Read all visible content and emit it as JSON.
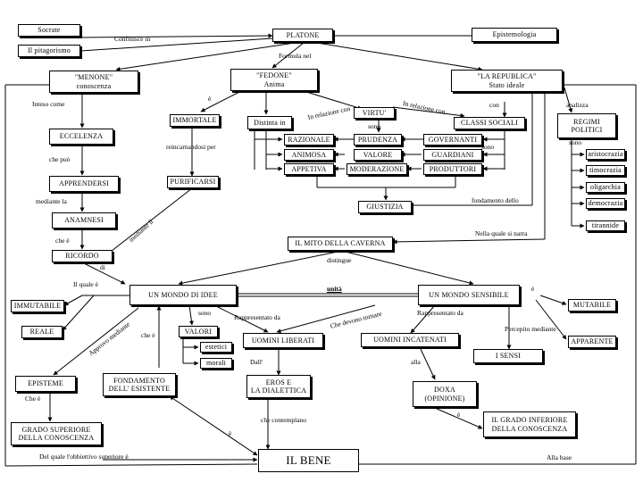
{
  "nodes": {
    "socrate": "Socrate",
    "pitagorismo": "Il pitagorismo",
    "platone": "PLATONE",
    "epistemologia": "Epistemologia",
    "menone_title": "\"MENONE\"",
    "menone_sub": "conoscenza",
    "fedone_title": "\"FEDONE\"",
    "fedone_sub": "Anima",
    "repubblica_title": "\"LA REPUBLICA\"",
    "repubblica_sub": "Stato ideale",
    "immortale": "IMMORTALE",
    "distinta": "Distinta in",
    "virtu": "VIRTU'",
    "classi": "CLASSI SOCIALI",
    "regimi": "REGIMI POLITICI",
    "eccelenza": "ECCELENZA",
    "razionale": "RAZIONALE",
    "animosa": "ANIMOSA",
    "appetitiva": "APPETIVA",
    "prudenza": "PRUDENZA",
    "valore": "VALORE",
    "moderazione": "MODERAZIONE",
    "governanti": "GOVERNANTI",
    "guardiani": "GUARDIANI",
    "produttori": "PRODUTTORI",
    "aristocrazia": "aristocrazia",
    "timocrazia": "timocrazia",
    "oligarchia": "oligarchia",
    "democrazia": "democrazia",
    "tirannide": "tirannide",
    "apprendere": "APPRENDERSI",
    "purificarsi": "PURIFICARSI",
    "giustizia": "GIUSTIZIA",
    "anamnesi": "ANAMNESI",
    "mito": "IL MITO DELLA CAVERNA",
    "ricordo": "RICORDO",
    "mondo_idee": "UN MONDO DI IDEE",
    "mondo_sensibile": "UN MONDO SENSIBILE",
    "immutabile": "IMMUTABILE",
    "mutabile": "MUTABILE",
    "reale": "REALE",
    "valori": "VALORI",
    "estetici": "estetici",
    "morali": "morali",
    "uomini_liberati": "UOMINI LIBERATI",
    "uomini_incatenati": "UOMINI INCATENATI",
    "apparente": "APPARENTE",
    "sensi": "I SENSI",
    "episteme": "EPISTEME",
    "fondamento_1": "FONDAMENTO",
    "fondamento_2": "DELL' ESISTENTE",
    "eros_1": "EROS E",
    "eros_2": "LA DIALETTICA",
    "doxa_1": "DOXA",
    "doxa_2": "(OPINIONE)",
    "grado_sup_1": "GRADO SUPERIORE",
    "grado_sup_2": "DELLA CONOSCENZA",
    "grado_inf_1": "IL GRADO INFERIORE",
    "grado_inf_2": "DELLA CONOSCENZA",
    "bene": "IL BENE"
  },
  "labels": {
    "confluisce": "Confluisce in",
    "formula": "Formula nel",
    "inteso": "Inteso come",
    "e1": "è",
    "in_relazione": "In relazione con",
    "in_relazione2": "In relazione con",
    "con": "con",
    "analizza": "analizza",
    "sono1": "sono",
    "sono2": "sono",
    "sono3": "sono",
    "che_puo": "che può",
    "reincarnandosi": "reincarnandosi per",
    "mediante": "mediante la",
    "fondamento_dello": "fondamento dello",
    "mediante_il": "mediante il",
    "che_e1": "che è",
    "nella_quale": "Nella quale si narra",
    "distingue": "distingue",
    "di": "di",
    "il_quale": "Il quale è",
    "unita": "unità",
    "e2": "è",
    "sono4": "sono",
    "rappresentato1": "Rappresentato da",
    "rappresentato2": "Rappresentato da",
    "che_devono": "Che devono tornare",
    "percepito": "Percepito mediante",
    "approvo": "Approvo mediante",
    "che_e2": "che è",
    "dall": "Dall'",
    "alla": "alla",
    "che_e3": "Che è",
    "che_contemplano": "che contemplano",
    "e3": "è",
    "e4": "è",
    "del_quale": "Del quale l'obbiettivo superiore è",
    "alla_base": "Alla base"
  }
}
